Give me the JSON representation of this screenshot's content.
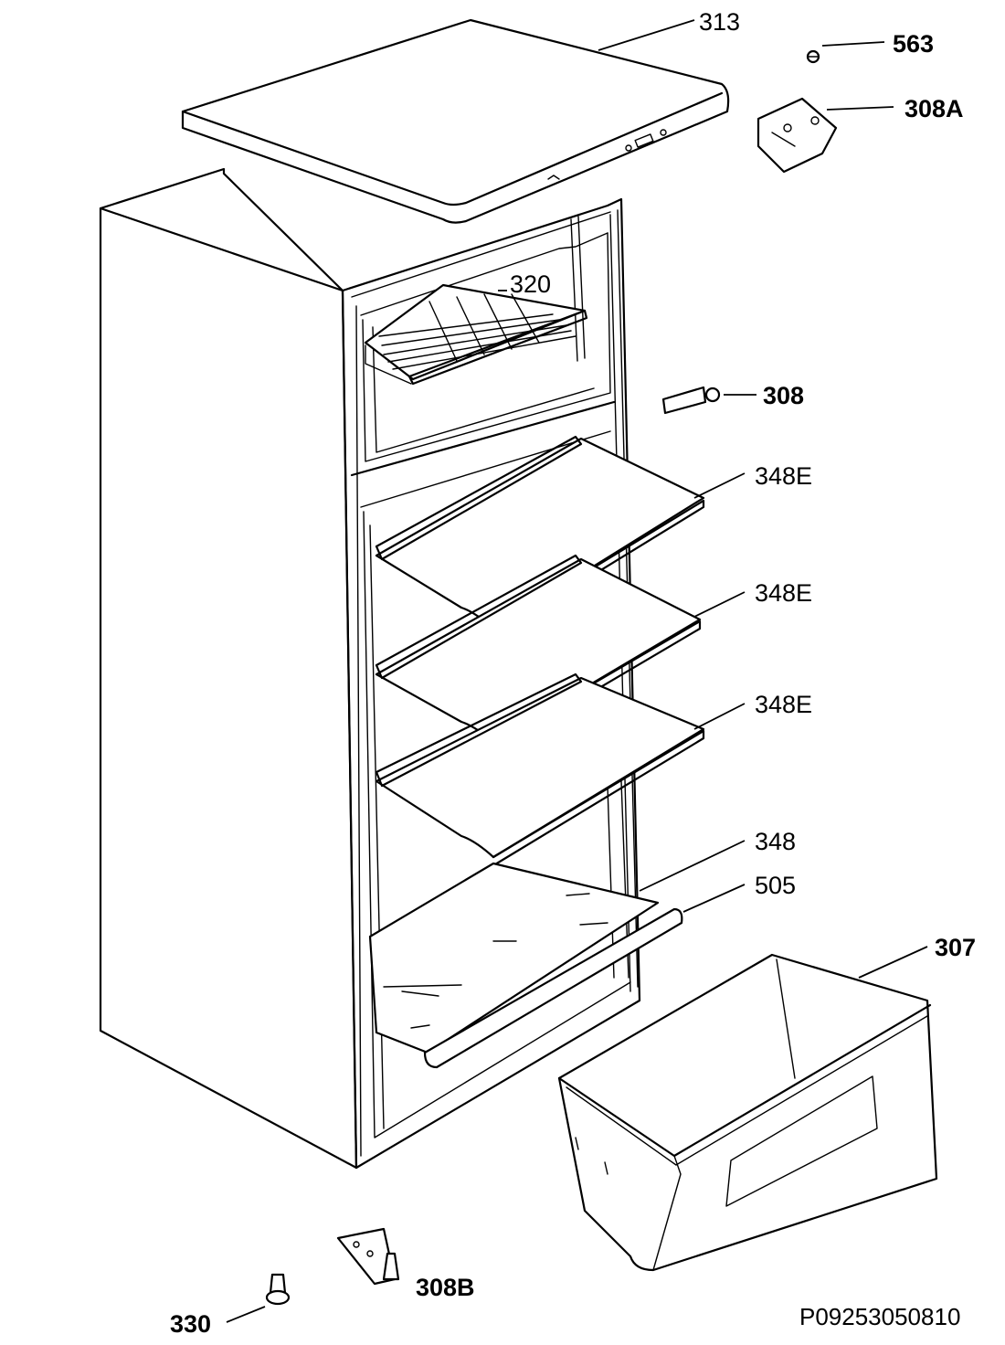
{
  "labels": {
    "313": "313",
    "563": "563",
    "308A": "308A",
    "320": "320",
    "308": "308",
    "348E_1": "348E",
    "348E_2": "348E",
    "348E_3": "348E",
    "348": "348",
    "505": "505",
    "307": "307",
    "308B": "308B",
    "330": "330"
  },
  "reference_code": "P09253050810"
}
